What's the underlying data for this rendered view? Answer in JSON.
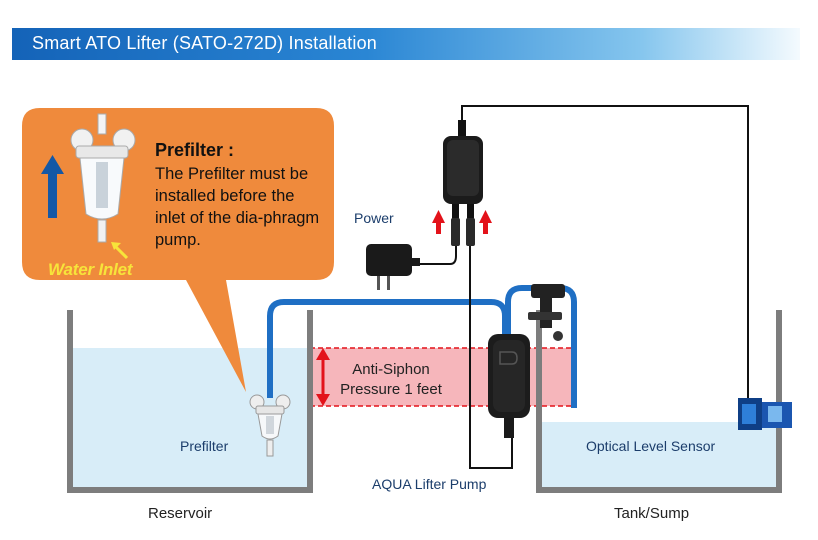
{
  "header": {
    "title": "Smart ATO Lifter (SATO-272D) Installation"
  },
  "callout": {
    "title": "Prefilter :",
    "text": "The Prefilter must be installed before the inlet of the dia-phragm pump.",
    "water_inlet": "Water Inlet"
  },
  "labels": {
    "power": "Power",
    "anti_siphon": "Anti-Siphon Pressure 1 feet",
    "prefilter": "Prefilter",
    "optical_sensor": "Optical Level Sensor",
    "pump": "AQUA Lifter Pump",
    "reservoir": "Reservoir",
    "tank": "Tank/Sump"
  },
  "colors": {
    "header": "#1463b8",
    "callout": "#ef8a3c",
    "tube": "#1f6fc4",
    "water": "#d8edf8",
    "anti_siphon_zone": "#f4a4aa",
    "arrow_red": "#e3121a",
    "water_inlet_text": "#f7e43a"
  }
}
